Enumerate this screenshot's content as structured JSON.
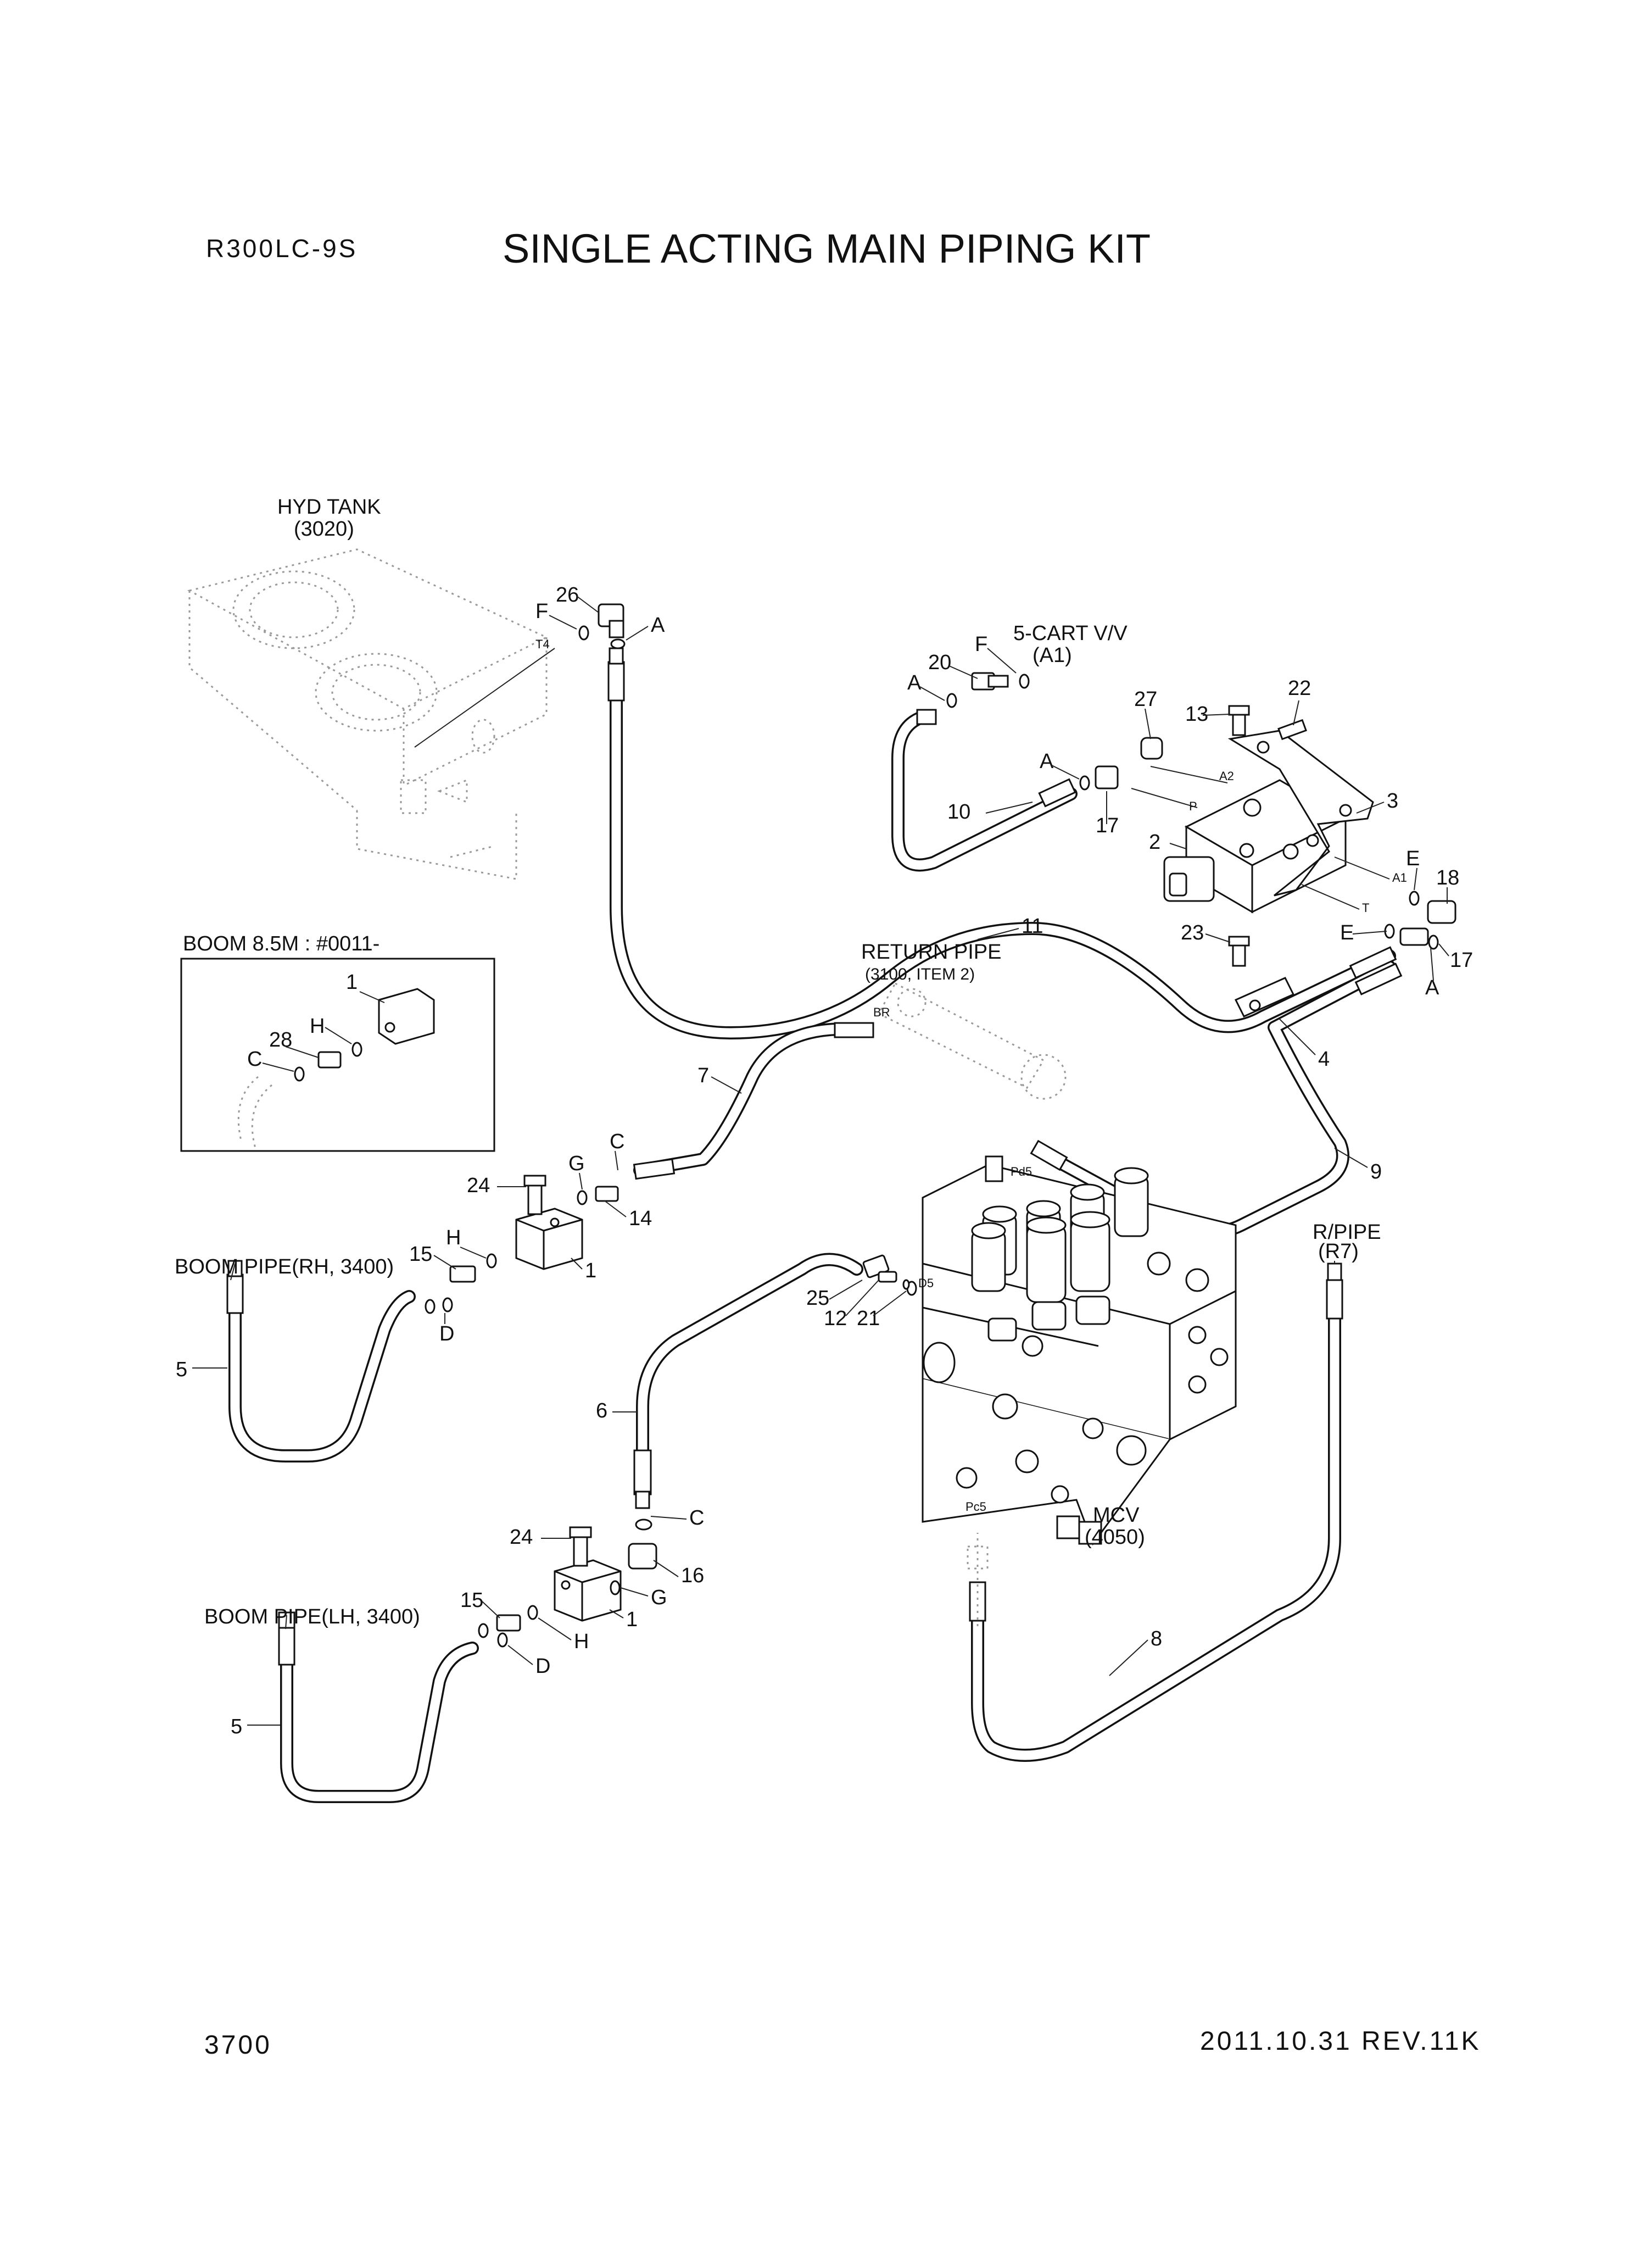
{
  "header": {
    "model": "R300LC-9S",
    "title": "SINGLE ACTING MAIN PIPING KIT"
  },
  "footer": {
    "page_number": "3700",
    "date_revision": "2011.10.31  REV.11K"
  },
  "diagram": {
    "hyd_tank": {
      "name": "HYD TANK",
      "ref": "(3020)",
      "port": "T4"
    },
    "cart_valve": {
      "name": "5-CART V/V",
      "ref": "(A1)"
    },
    "inset": {
      "title": "BOOM 8.5M : #0011-"
    },
    "return_pipe": {
      "name": "RETURN PIPE",
      "ref": "(3100, ITEM 2)",
      "port": "BR"
    },
    "mcv": {
      "name": "MCV",
      "ref": "(4050)"
    },
    "r_pipe": {
      "name": "R/PIPE",
      "ref": "(R7)"
    },
    "boom_pipe_rh": "BOOM PIPE(RH, 3400)",
    "boom_pipe_lh": "BOOM PIPE(LH, 3400)",
    "ports": {
      "p": "P",
      "a1": "A1",
      "a2": "A2",
      "t": "T",
      "pd5": "Pd5",
      "d5": "D5",
      "pc5": "Pc5"
    },
    "letters": {
      "a": "A",
      "c": "C",
      "d": "D",
      "e": "E",
      "f": "F",
      "g": "G",
      "h": "H"
    },
    "items": {
      "i1": "1",
      "i2": "2",
      "i3": "3",
      "i4": "4",
      "i5": "5",
      "i6": "6",
      "i7": "7",
      "i8": "8",
      "i9": "9",
      "i10": "10",
      "i11": "11",
      "i12": "12",
      "i13": "13",
      "i14": "14",
      "i15": "15",
      "i16": "16",
      "i17": "17",
      "i18": "18",
      "i20": "20",
      "i21": "21",
      "i22": "22",
      "i23": "23",
      "i24": "24",
      "i25": "25",
      "i26": "26",
      "i27": "27",
      "i28": "28"
    }
  }
}
